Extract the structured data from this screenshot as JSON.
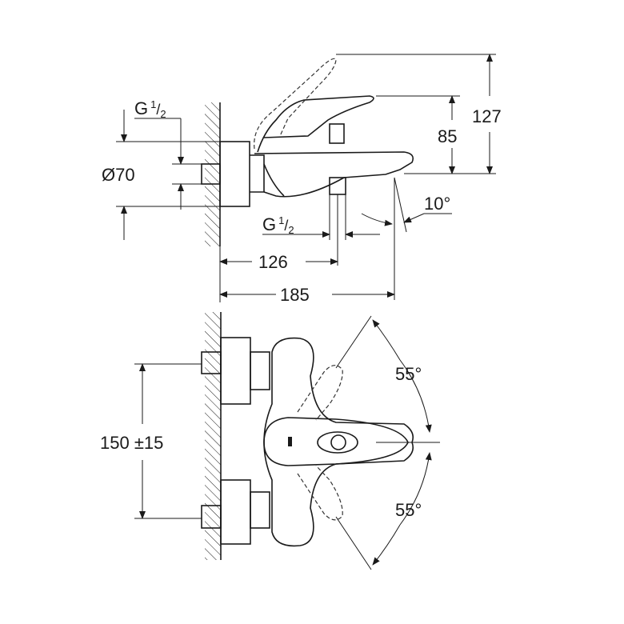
{
  "title": "Bath mixer dimension drawing",
  "labels": {
    "g_half_top": {
      "letter": "G",
      "num": "1",
      "den": "2"
    },
    "diameter": "Ø70",
    "g_half_bottom": {
      "letter": "G",
      "num": "1",
      "den": "2"
    },
    "dim_126": "126",
    "dim_185": "185",
    "dim_127": "127",
    "dim_85": "85",
    "angle_spout": "10°",
    "dim_150": "150 ±15",
    "angle_upper": "55°",
    "angle_lower": "55°"
  },
  "colors": {
    "line": "#1a1a1a",
    "background": "#ffffff"
  }
}
